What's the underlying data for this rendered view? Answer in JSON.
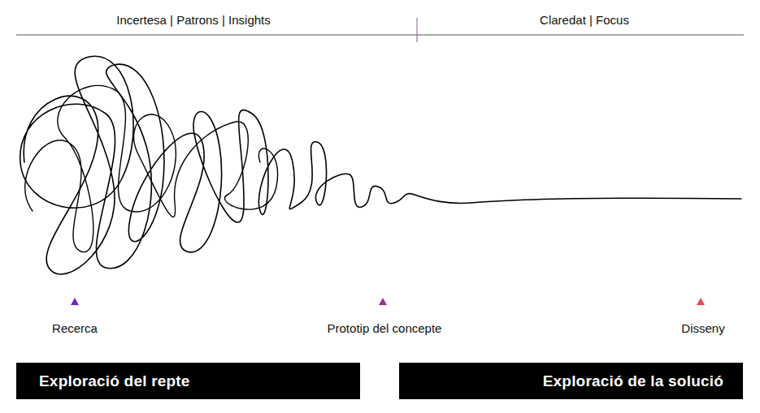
{
  "diagram": {
    "nodes": [
      {
        "text": [
          "Exploració del repte"
        ]
      },
      {
        "text": [
          "Exploració de la solució"
        ]
      }
    ],
    "labels": [
      "Incertesa | Patrons | Insights",
      "Claredat | Focus",
      "Recerca",
      "Prototip del concepte",
      "Disseny"
    ]
  }
}
